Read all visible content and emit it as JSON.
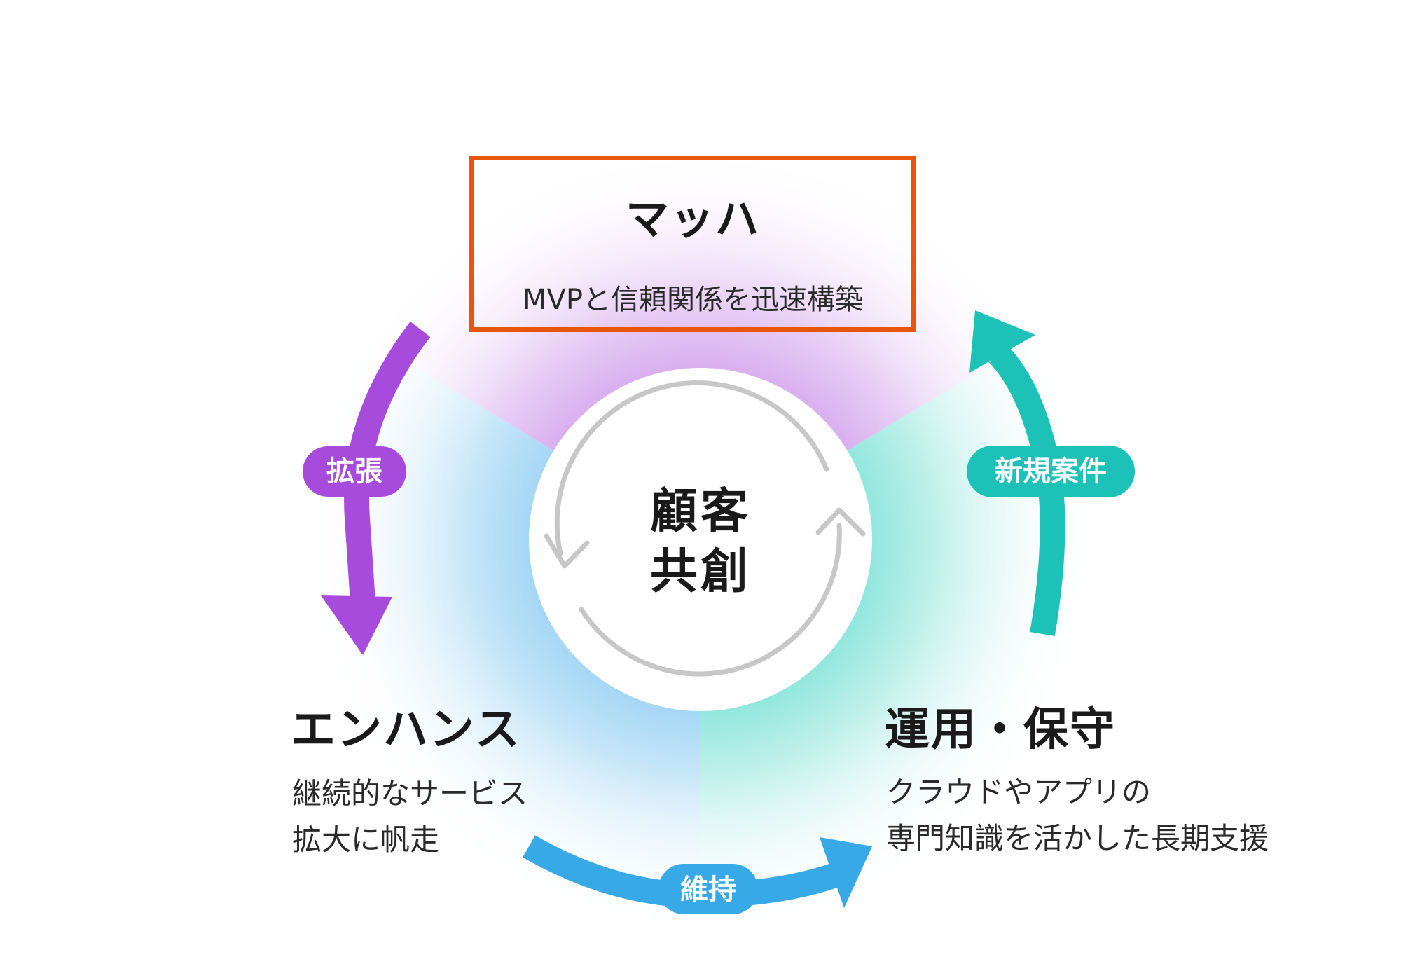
{
  "center": {
    "line1": "顧客",
    "line2": "共創"
  },
  "segments": {
    "top": {
      "title": "マッハ",
      "description": "MVPと信頼関係を迅速構築"
    },
    "left": {
      "title": "エンハンス",
      "description_lines": [
        "継続的なサービス",
        "拡大に帆走"
      ]
    },
    "right": {
      "title": "運用・保守",
      "description_lines": [
        "クラウドやアプリの",
        "専門知識を活かした長期支援"
      ]
    }
  },
  "arrows": {
    "left": {
      "label": "拡張"
    },
    "bottom": {
      "label": "維持"
    },
    "right": {
      "label": "新規案件"
    }
  },
  "colors": {
    "purple": "#A64BDB",
    "blue": "#36A9E6",
    "teal": "#1CC2B8",
    "highlight": "#E8560E"
  }
}
